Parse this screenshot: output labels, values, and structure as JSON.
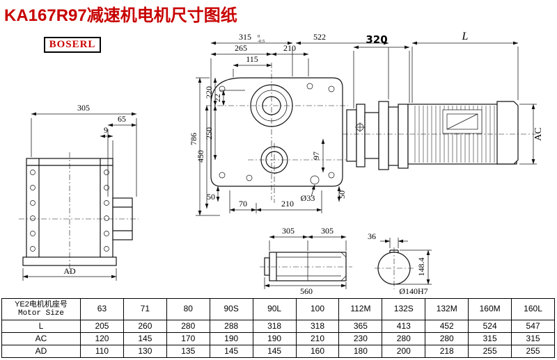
{
  "title": "KA167R97减速机电机尺寸图纸",
  "logo": "BOSERL",
  "colors": {
    "title": "#c80000",
    "logo_text": "#cc0000",
    "line": "#111111"
  },
  "drawing": {
    "left_view": {
      "d305": "305",
      "d65": "65",
      "d9": "9",
      "dAD": "AD"
    },
    "main_view": {
      "d315": "315",
      "d315_tol_top": "0",
      "d315_tol_bot": "-0.5",
      "d522": "522",
      "d265": "265",
      "d210": "210",
      "d115": "115",
      "d786": "786",
      "d450": "450",
      "d250": "250",
      "d220": "220",
      "d22": "22",
      "d97": "97",
      "d50_left": "50",
      "d70": "70",
      "d210b": "210",
      "d33": "Ø33",
      "d50_right": "50"
    },
    "motor_view": {
      "d320": "320",
      "dL": "L",
      "dAC": "AC"
    },
    "shaft_view": {
      "d305a": "305",
      "d305b": "305",
      "d560": "560"
    },
    "shaft_end_view": {
      "d36": "36",
      "d1484": "148.4",
      "d140": "Ø140H7"
    }
  },
  "table": {
    "header_cn": "YE2电机机座号",
    "header_en": "Motor Size",
    "columns": [
      "63",
      "71",
      "80",
      "90S",
      "90L",
      "100",
      "112M",
      "132S",
      "132M",
      "160M",
      "160L"
    ],
    "rows": [
      {
        "label": "L",
        "values": [
          "205",
          "260",
          "280",
          "288",
          "318",
          "318",
          "365",
          "413",
          "452",
          "524",
          "547"
        ]
      },
      {
        "label": "AC",
        "values": [
          "120",
          "145",
          "170",
          "190",
          "190",
          "210",
          "230",
          "280",
          "280",
          "315",
          "315"
        ]
      },
      {
        "label": "AD",
        "values": [
          "110",
          "130",
          "135",
          "145",
          "145",
          "160",
          "180",
          "200",
          "218",
          "255",
          "255"
        ]
      }
    ]
  }
}
